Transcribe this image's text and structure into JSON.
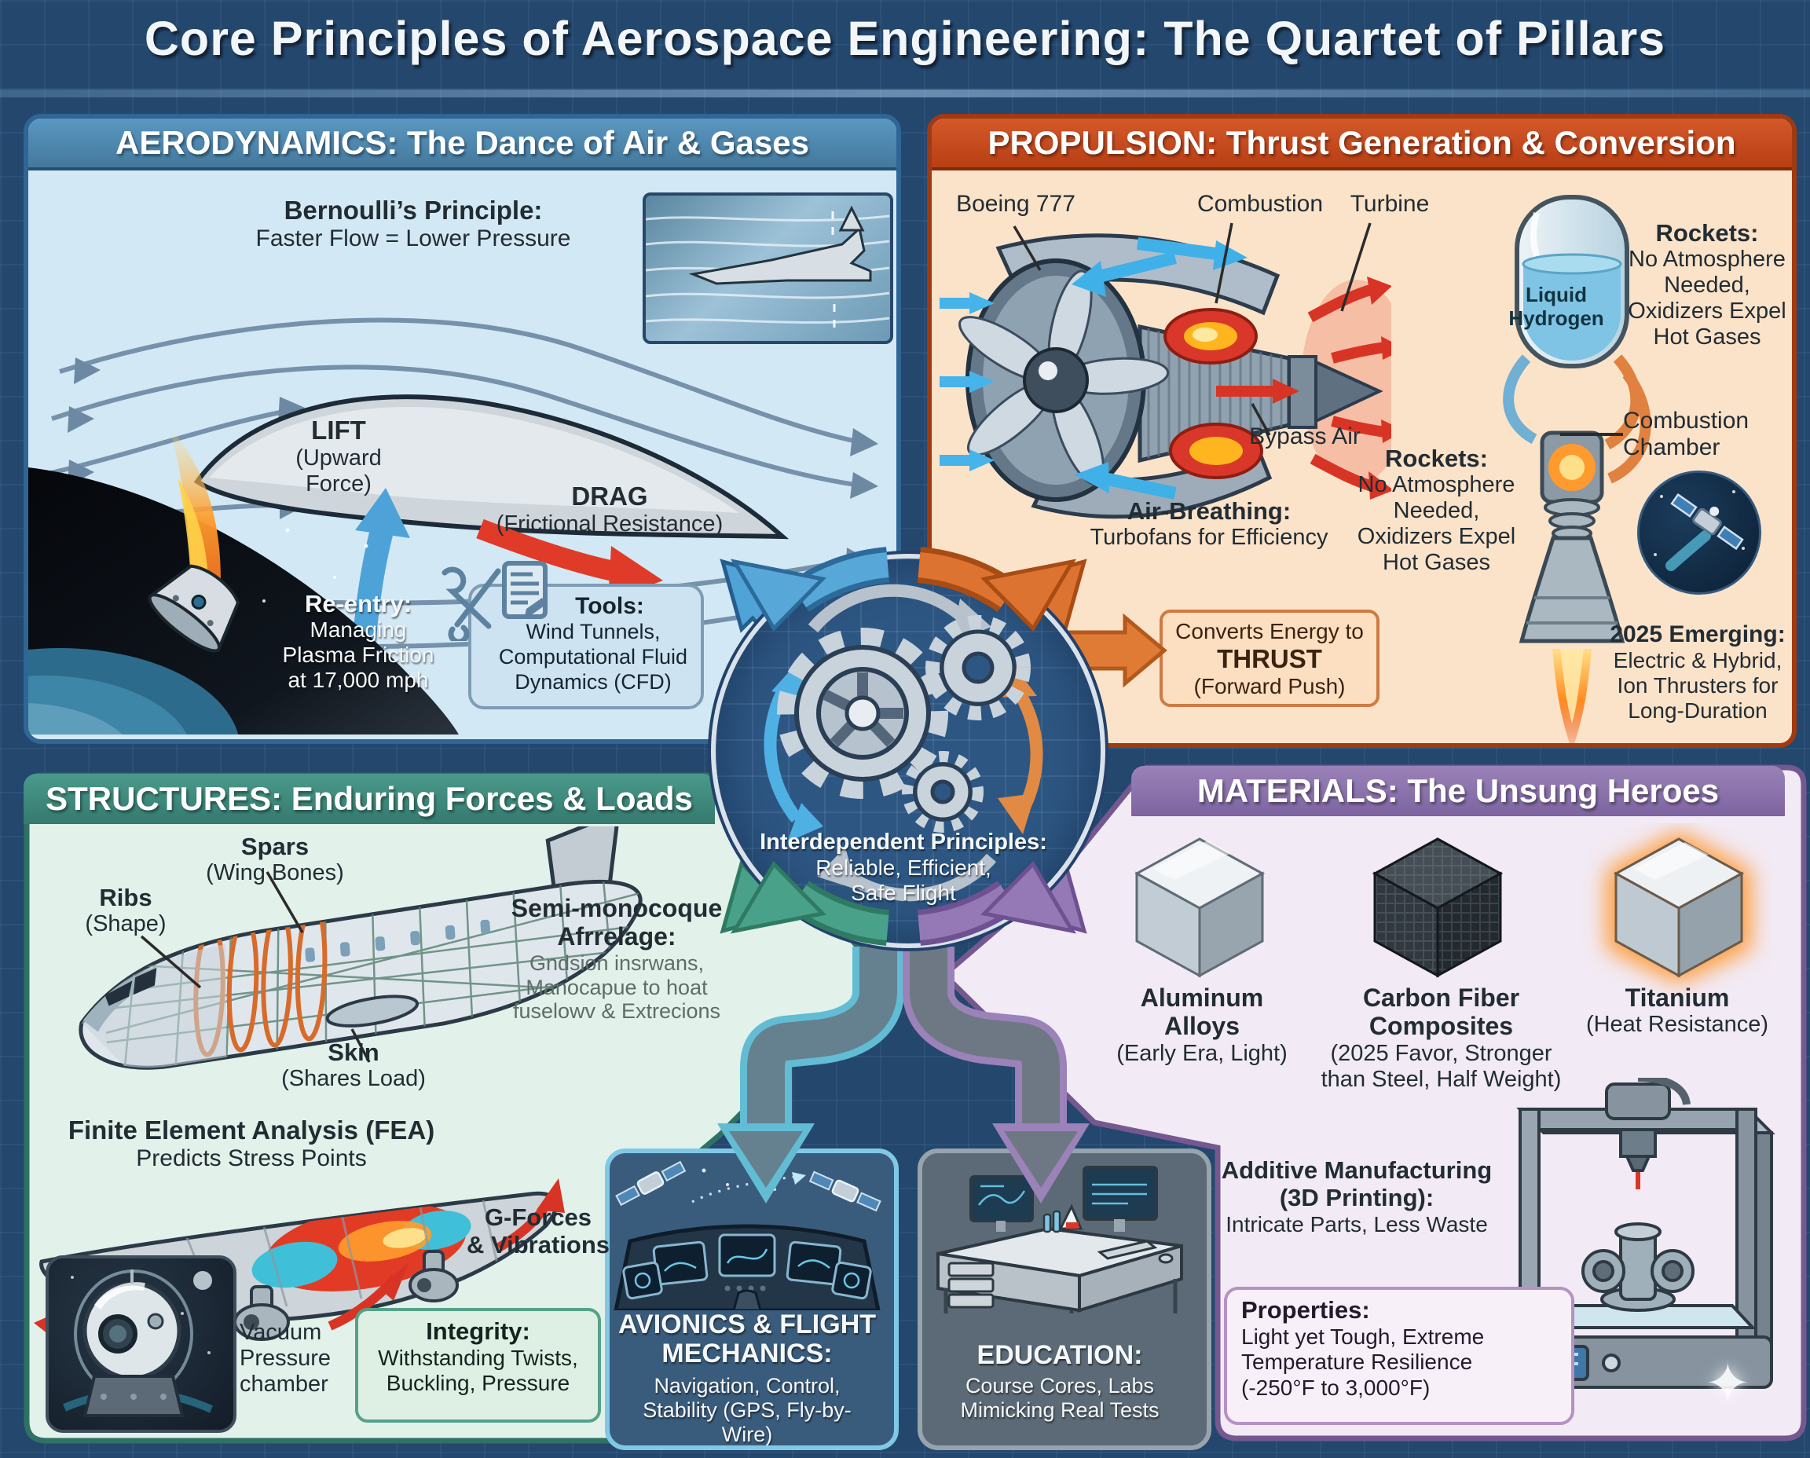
{
  "title": "Core Principles of Aerospace Engineering: The Quartet of Pillars",
  "aerodynamics": {
    "header": "AERODYNAMICS: The Dance of Air & Gases",
    "bernoulli_title": "Bernoulli’s Principle:",
    "bernoulli_sub": "Faster Flow = Lower Pressure",
    "lift_title": "LIFT",
    "lift_sub": "(Upward Force)",
    "drag_title": "DRAG",
    "drag_sub": "(Frictional Resistance)",
    "reentry_title": "Re-entry:",
    "reentry_sub": "Managing Plasma Friction at 17,000 mph",
    "tools_title": "Tools:",
    "tools_sub": "Wind Tunnels, Computational Fluid Dynamics (CFD)"
  },
  "propulsion": {
    "header": "PROPULSION: Thrust Generation & Conversion",
    "engine_label": "Boeing 777",
    "combustion_label": "Combustion",
    "turbine_label": "Turbine",
    "bypass_label": "Bypass Air",
    "air_breathing_title": "Air-Breathing:",
    "air_breathing_sub": "Turbofans for Efficiency",
    "rockets_title": "Rockets:",
    "rockets_sub": "No Atmosphere Needed, Oxidizers Expel Hot Gases",
    "liquid_hydrogen": "Liquid Hydrogen",
    "combustion_chamber": "Combustion Chamber",
    "thrust_line1": "Converts Energy to",
    "thrust_line2": "THRUST",
    "thrust_line3": "(Forward Push)",
    "emerging_title": "2025 Emerging:",
    "emerging_sub": "Electric & Hybrid, Ion Thrusters for Long-Duration"
  },
  "hub": {
    "line1": "Interdependent Principles:",
    "line2": "Reliable, Efficient,",
    "line3": "Safe Flight"
  },
  "structures": {
    "header": "STRUCTURES: Enduring Forces & Loads",
    "spars_title": "Spars",
    "spars_sub": "(Wing Bones)",
    "ribs_title": "Ribs",
    "ribs_sub": "(Shape)",
    "skin_title": "Skin",
    "skin_sub": "(Shares Load)",
    "semi_title": "Semi-monocoque Afrrelage:",
    "semi_sub": "Gndsion insrwans, Manocapue to hoat fuselowv & Extrecions",
    "fea_title": "Finite Element Analysis (FEA)",
    "fea_sub": "Predicts Stress Points",
    "gforces_line1": "G-Forces",
    "gforces_line2": "& Vibrations",
    "vacuum_label": "Vacuum Pressure chamber",
    "integrity_title": "Integrity:",
    "integrity_sub": "Withstanding Twists, Buckling, Pressure"
  },
  "materials": {
    "header": "MATERIALS: The Unsung Heroes",
    "items": [
      {
        "name": "Aluminum Alloys",
        "sub": "(Early Era, Light)"
      },
      {
        "name": "Carbon Fiber Composites",
        "sub": "(2025 Favor, Stronger than Steel, Half Weight)"
      },
      {
        "name": "Titanium",
        "sub": "(Heat Resistance)"
      }
    ],
    "additive_title": "Additive Manufacturing (3D Printing):",
    "additive_sub": "Intricate Parts, Less Waste",
    "properties_title": "Properties:",
    "properties_sub": "Light yet Tough, Extreme Temperature Resilience (-250°F to 3,000°F)"
  },
  "avionics": {
    "title": "AVIONICS & FLIGHT MECHANICS:",
    "sub": "Navigation, Control, Stability (GPS, Fly-by-Wire)"
  },
  "education": {
    "title": "EDUCATION:",
    "sub": "Course Cores, Labs Mimicking Real Tests"
  },
  "icons": {
    "sparkle": "✦"
  },
  "colors": {
    "background": "#24476e",
    "aero_header": "#4d8ab7",
    "aero_body": "#d2e8f5",
    "propulsion_header": "#c84a1e",
    "propulsion_body": "#fbe3c9",
    "structures_header": "#3f8c7f",
    "structures_body": "#e2f1e9",
    "materials_header": "#8d74ac",
    "materials_body": "#f2eaf5",
    "hub_disc": "#2d5682",
    "arrow_blue": "#4fa3d6",
    "arrow_orange": "#dd7330",
    "arrow_green": "#49a18a",
    "arrow_purple": "#9579b6",
    "avionics_panel": "#3a5c7c",
    "education_panel": "#5b6a76"
  }
}
